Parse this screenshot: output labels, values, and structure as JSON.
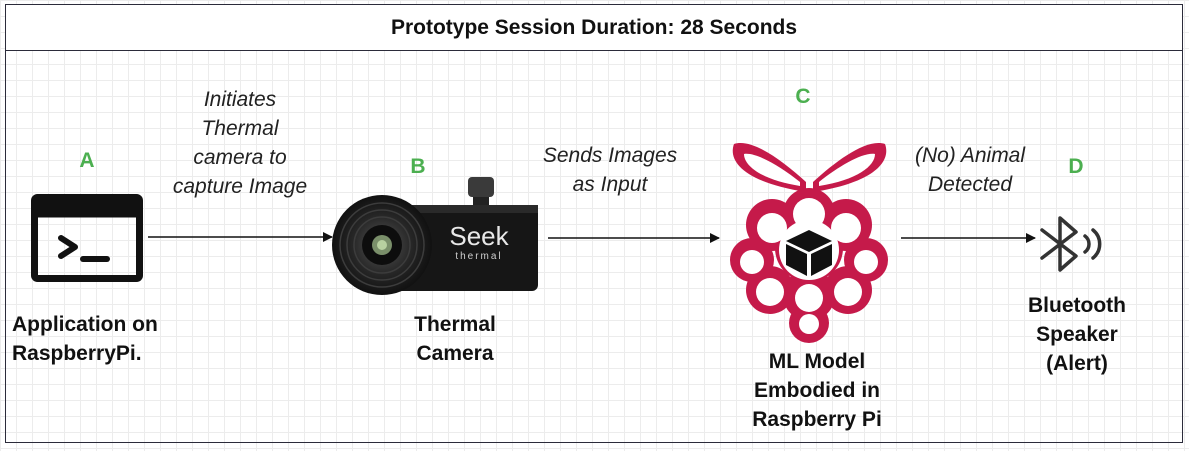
{
  "title": "Prototype Session Duration: 28 Seconds",
  "nodes": [
    {
      "letter": "A",
      "caption": "Application on\nRaspberryPi.",
      "icon": "terminal-icon"
    },
    {
      "letter": "B",
      "caption": "Thermal\nCamera",
      "icon": "thermal-camera-icon",
      "brand_main": "Seek",
      "brand_sub": "thermal"
    },
    {
      "letter": "C",
      "caption": "ML Model\nEmbodied in\nRaspberry Pi",
      "icon": "raspberry-pi-icon"
    },
    {
      "letter": "D",
      "caption": "Bluetooth\nSpeaker\n(Alert)",
      "icon": "bluetooth-icon"
    }
  ],
  "edges": [
    {
      "label": "Initiates\nThermal\ncamera to\ncapture Image"
    },
    {
      "label": "Sends Images\nas Input"
    },
    {
      "label": "(No) Animal\nDetected"
    }
  ],
  "colors": {
    "letter": "#4caf50",
    "raspberry": "#c51a4a",
    "border": "#2b2b3a"
  }
}
